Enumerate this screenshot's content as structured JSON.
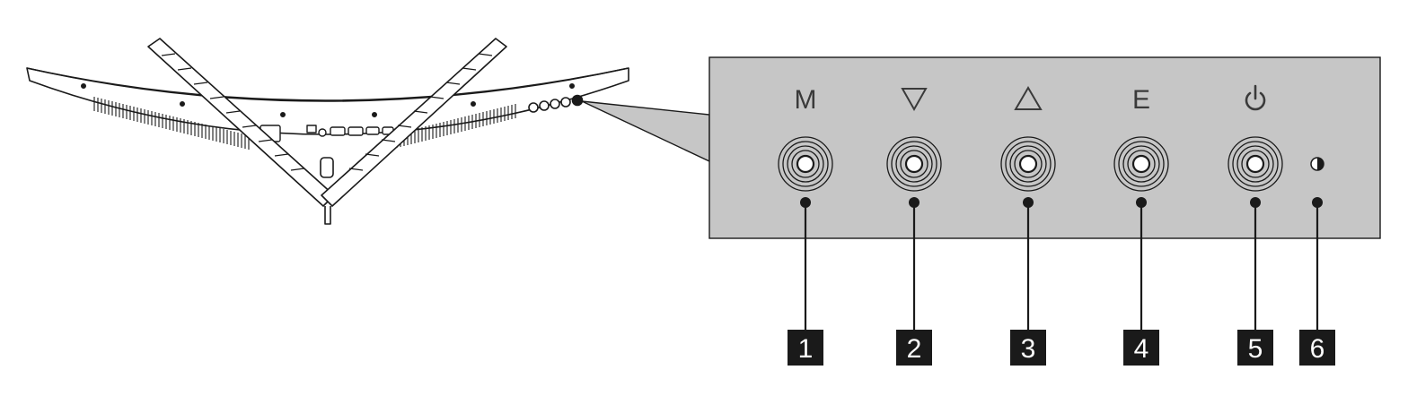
{
  "colors": {
    "panel_fill": "#c6c6c6",
    "line": "#1a1a1a",
    "callout_box": "#1a1a1a",
    "callout_text": "#ffffff",
    "monitor_fill": "#ffffff"
  },
  "buttons": [
    {
      "callout": "1",
      "kind": "text",
      "label": "M",
      "icon": "menu-letter-icon"
    },
    {
      "callout": "2",
      "kind": "tri-down",
      "label": "",
      "icon": "triangle-down-icon"
    },
    {
      "callout": "3",
      "kind": "tri-up",
      "label": "",
      "icon": "triangle-up-icon"
    },
    {
      "callout": "4",
      "kind": "text",
      "label": "E",
      "icon": "exit-letter-icon"
    },
    {
      "callout": "5",
      "kind": "power",
      "label": "",
      "icon": "power-icon"
    },
    {
      "callout": "6",
      "kind": "led",
      "label": "",
      "icon": "power-led-icon"
    }
  ]
}
